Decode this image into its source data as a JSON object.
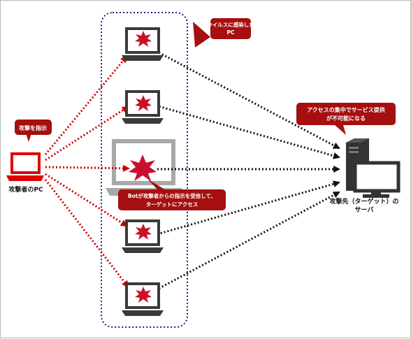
{
  "diagram": {
    "attacker_label": "攻撃者のPC",
    "target_label_line1": "攻撃先（ターゲット）の",
    "target_label_line2": "サーバ",
    "callouts": {
      "infected_line1": "ウイルスに感染した",
      "infected_line2": "PC",
      "instruct": "攻撃を指示",
      "target_line1": "アクセスの集中でサービス提供",
      "target_line2": "が不可能になる",
      "bot_line1": "Botが攻撃者からの指示を受信して、",
      "bot_line2": "ターゲットにアクセス"
    },
    "colors": {
      "attack": "#cc0000",
      "access": "#111111",
      "botnet_border": "#1a1a8c",
      "callout": "#a50f0f",
      "laptop": "#3a3a3a",
      "highlight_laptop": "#a8a8a8",
      "virus": "#c8102e"
    },
    "icons": [
      "laptop-icon",
      "virus-icon",
      "server-icon",
      "monitor-icon"
    ]
  }
}
